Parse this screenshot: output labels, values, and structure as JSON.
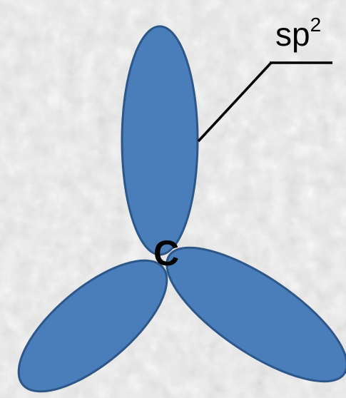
{
  "diagram": {
    "label_base": "sp",
    "label_superscript": "2",
    "atom": "C"
  },
  "colors": {
    "lobe_fill": "#4a7ebb",
    "lobe_stroke": "#2d5689",
    "leader": "#000000"
  }
}
